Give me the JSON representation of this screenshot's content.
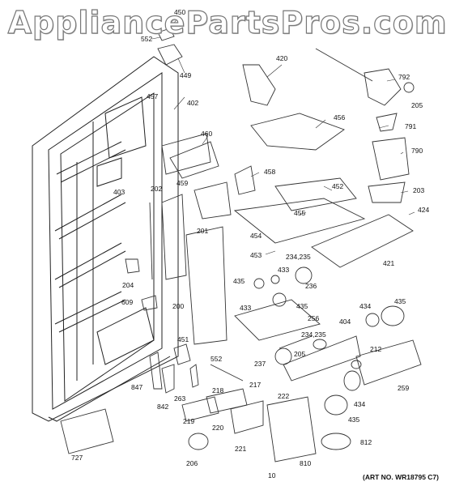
{
  "watermark": "AppliancePartsPros.com",
  "art_number": "(ART NO. WR18795 C7)",
  "parts": [
    {
      "label": "450"
    },
    {
      "label": "552"
    },
    {
      "label": "449"
    },
    {
      "label": "420"
    },
    {
      "label": "792"
    },
    {
      "label": "205"
    },
    {
      "label": "457"
    },
    {
      "label": "402"
    },
    {
      "label": "456"
    },
    {
      "label": "791"
    },
    {
      "label": "460"
    },
    {
      "label": "790"
    },
    {
      "label": "403"
    },
    {
      "label": "202"
    },
    {
      "label": "459"
    },
    {
      "label": "458"
    },
    {
      "label": "452"
    },
    {
      "label": "203"
    },
    {
      "label": "424"
    },
    {
      "label": "455"
    },
    {
      "label": "201"
    },
    {
      "label": "454"
    },
    {
      "label": "453"
    },
    {
      "label": "234,235"
    },
    {
      "label": "421"
    },
    {
      "label": "433"
    },
    {
      "label": "204"
    },
    {
      "label": "435"
    },
    {
      "label": "236"
    },
    {
      "label": "609"
    },
    {
      "label": "200"
    },
    {
      "label": "435"
    },
    {
      "label": "433"
    },
    {
      "label": "434"
    },
    {
      "label": "435"
    },
    {
      "label": "256"
    },
    {
      "label": "404"
    },
    {
      "label": "234,235"
    },
    {
      "label": "451"
    },
    {
      "label": "205"
    },
    {
      "label": "212"
    },
    {
      "label": "237"
    },
    {
      "label": "552"
    },
    {
      "label": "217"
    },
    {
      "label": "847"
    },
    {
      "label": "218"
    },
    {
      "label": "259"
    },
    {
      "label": "263"
    },
    {
      "label": "842"
    },
    {
      "label": "222"
    },
    {
      "label": "434"
    },
    {
      "label": "219"
    },
    {
      "label": "220"
    },
    {
      "label": "435"
    },
    {
      "label": "221"
    },
    {
      "label": "812"
    },
    {
      "label": "727"
    },
    {
      "label": "206"
    },
    {
      "label": "810"
    },
    {
      "label": "10"
    }
  ]
}
